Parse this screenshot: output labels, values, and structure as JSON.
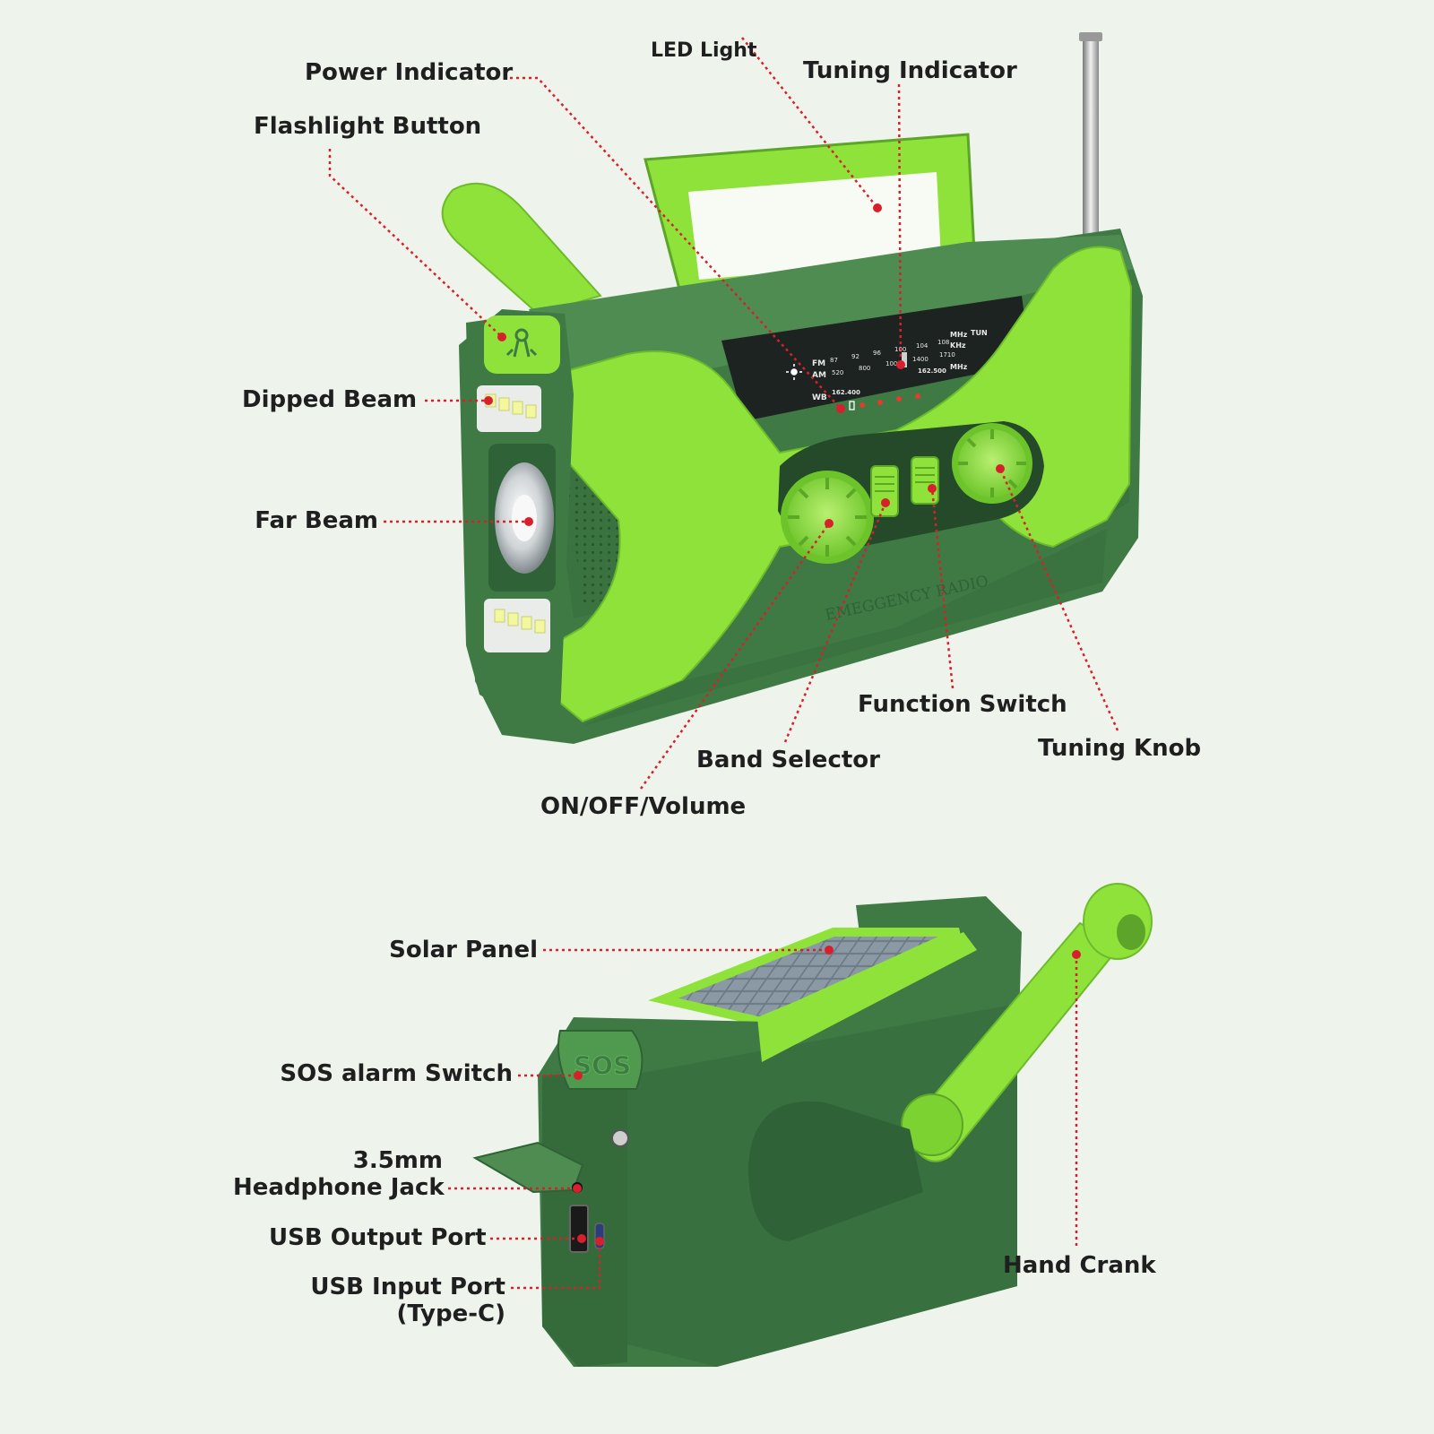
{
  "colors": {
    "background": "#eef3ec",
    "body_light": "#8ee23a",
    "body_dark": "#3f7a45",
    "body_darker": "#2f6236",
    "leader": "#d8202c",
    "text": "#1f1f1f"
  },
  "labels": {
    "led_light": "LED Light",
    "power_indicator": "Power Indicator",
    "tuning_indicator": "Tuning Indicator",
    "flashlight_button": "Flashlight Button",
    "dipped_beam": "Dipped Beam",
    "far_beam": "Far Beam",
    "function_switch": "Function Switch",
    "band_selector": "Band Selector",
    "tuning_knob": "Tuning Knob",
    "on_off_volume": "ON/OFF/Volume",
    "solar_panel": "Solar Panel",
    "sos_alarm_switch": "SOS alarm Switch",
    "headphone_jack_line1": "3.5mm",
    "headphone_jack_line2": "Headphone Jack",
    "usb_output_port": "USB Output Port",
    "usb_input_port_line1": "USB Input Port",
    "usb_input_port_line2": "(Type-C)",
    "hand_crank": "Hand Crank"
  },
  "device_text": {
    "emergency_text": "EMEGGENCY RADIO",
    "sos_text": "SOS",
    "dial_fm": "FM",
    "dial_am": "AM",
    "dial_wb": "WB",
    "dial_mhz": "MHz",
    "dial_khz": "KHz",
    "dial_tun": "TUN",
    "fm_scale": [
      "87",
      "92",
      "96",
      "100",
      "104",
      "108"
    ],
    "am_scale": [
      "520",
      "800",
      "1000",
      "1400",
      "1710"
    ],
    "wb_start": "162.400",
    "wb_end": "162.500"
  },
  "icons": [
    "flashlight-icon",
    "sun-icon",
    "battery-icon"
  ]
}
